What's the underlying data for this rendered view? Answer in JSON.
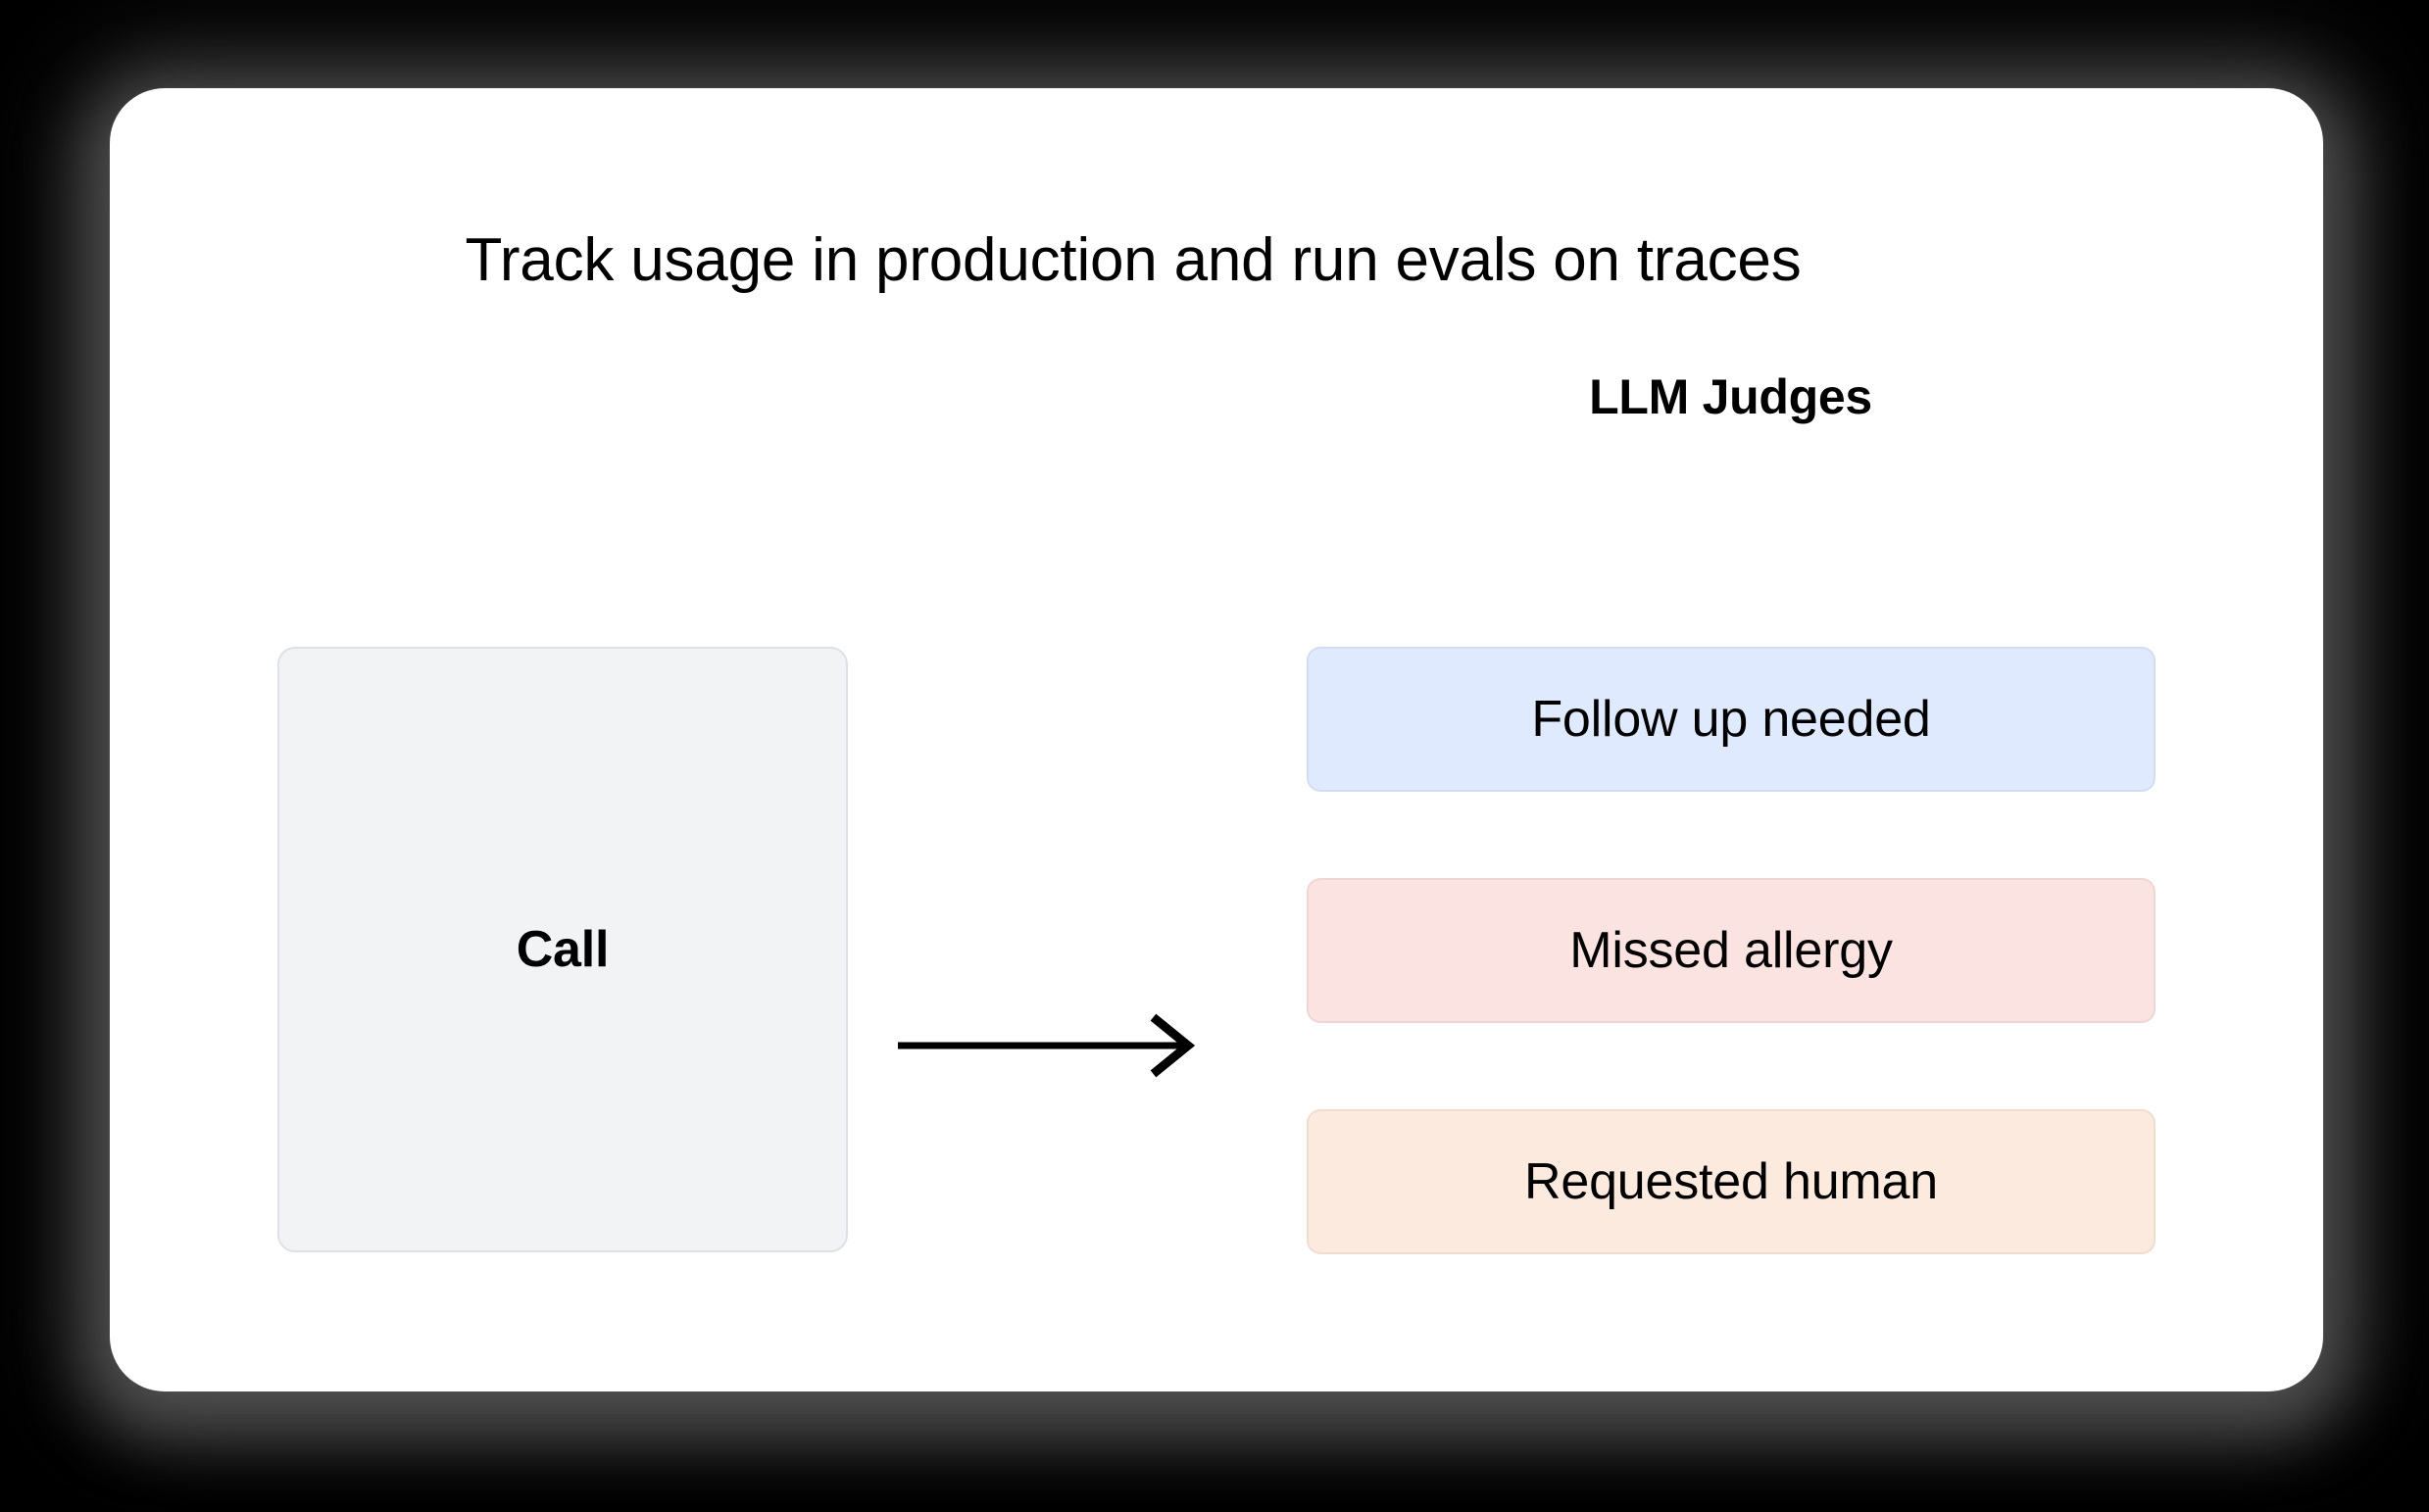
{
  "slide": {
    "title": "Track usage in production and run evals on traces",
    "background_color": "#ffffff",
    "backdrop_color": "#000000"
  },
  "flow": {
    "source": {
      "label": "Call",
      "background_color": "#f2f3f5",
      "border_color": "#dde0e6"
    },
    "arrow": {
      "icon": "arrow-right-icon",
      "direction": "right",
      "color": "#000000"
    },
    "judges_group": {
      "heading": "LLM Judges",
      "cards": [
        {
          "label": "Follow up needed",
          "background_color": "#dfeaff",
          "icon": "judge-card-blue"
        },
        {
          "label": "Missed allergy",
          "background_color": "#fbe3e2",
          "icon": "judge-card-pink"
        },
        {
          "label": "Requested human",
          "background_color": "#fcead e",
          "icon": "judge-card-peach"
        }
      ]
    }
  }
}
